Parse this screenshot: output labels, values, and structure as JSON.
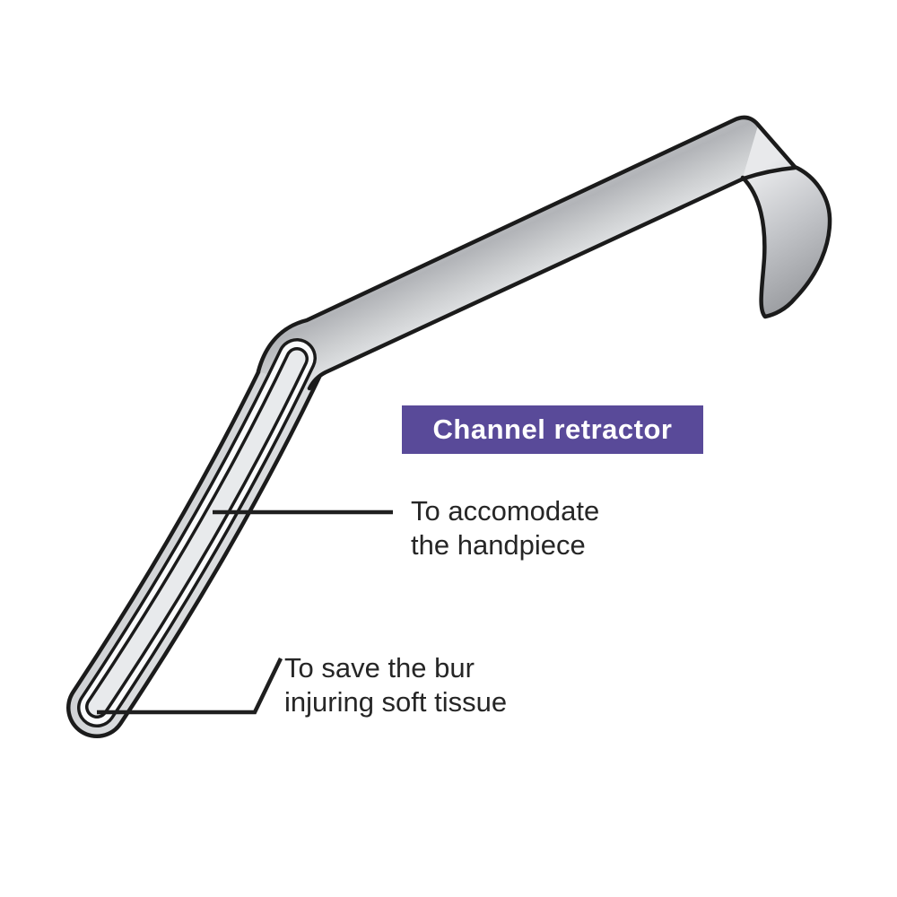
{
  "diagram": {
    "title_badge": {
      "label": "Channel retractor",
      "bg_color": "#594a99",
      "text_color": "#ffffff"
    },
    "callouts": {
      "handpiece": {
        "line1": "To accomodate",
        "line2": "the handpiece"
      },
      "soft_tissue": {
        "line1": "To save the bur",
        "line2": "injuring soft tissue"
      }
    },
    "instrument": {
      "name": "channel retractor",
      "outline_color": "#1b1b1b",
      "metal_light": "#dcdee0",
      "metal_mid": "#b3b5b9",
      "metal_dark": "#95979b",
      "slot_fill": "#e8eaec",
      "background": "#ffffff"
    }
  }
}
